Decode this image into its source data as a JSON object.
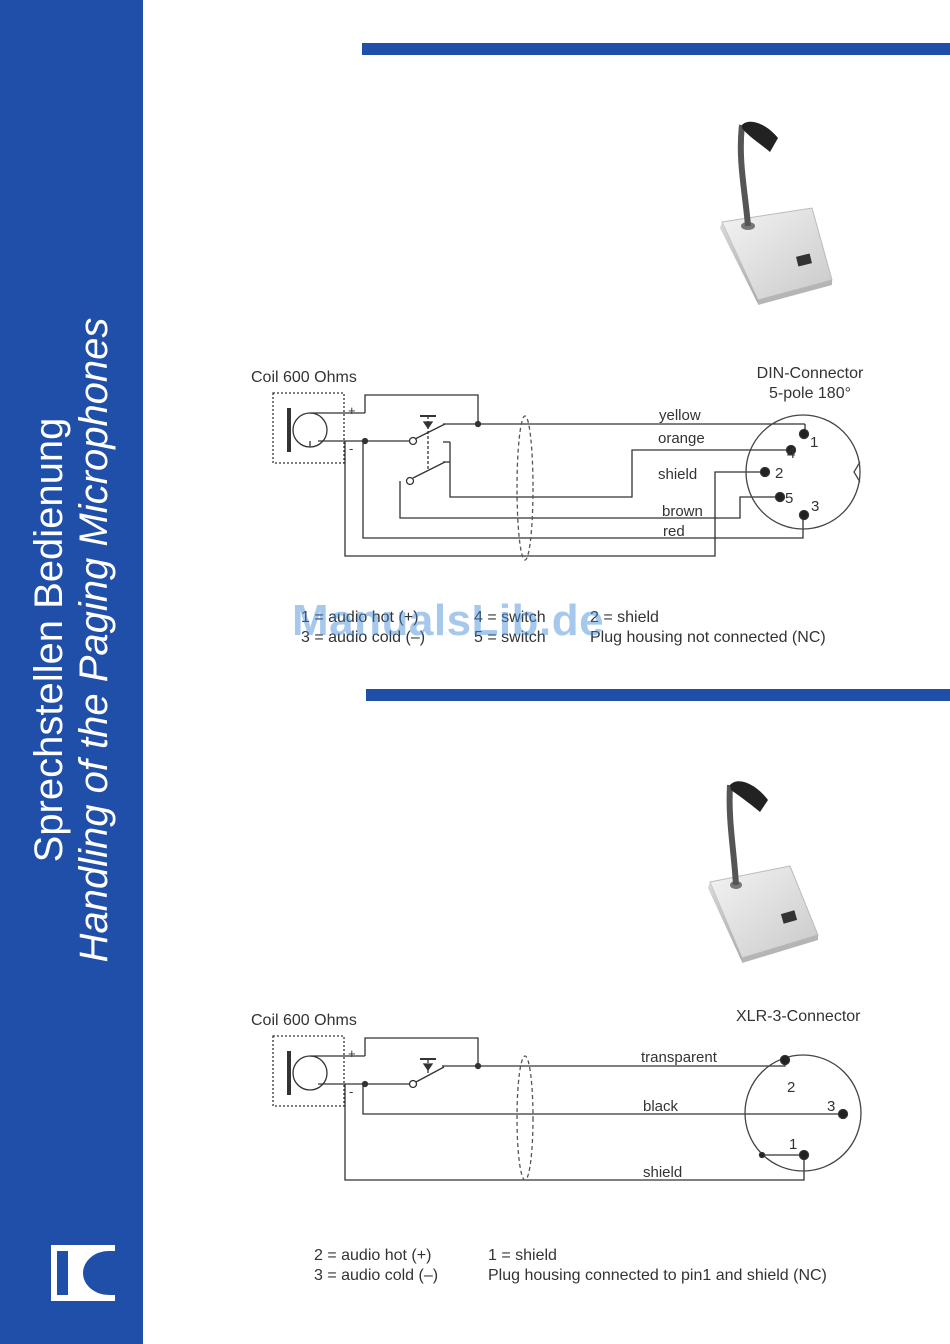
{
  "sidebar": {
    "title_de": "Sprechstellen Bedienung",
    "title_en": "Handling of the Paging Microphones"
  },
  "colors": {
    "brand_blue": "#1f4fa8",
    "watermark_blue": "#3a84d6"
  },
  "diagram1": {
    "coil_label": "Coil 600 Ohms",
    "plus": "+",
    "minus": "-",
    "connector_title": "DIN-Connector",
    "connector_subtitle": "5-pole 180°",
    "wires": {
      "yellow": "yellow",
      "orange": "orange",
      "shield": "shield",
      "brown": "brown",
      "red": "red"
    },
    "pins": {
      "p1": "1",
      "p2": "2",
      "p3": "3",
      "p4": "4",
      "p5": "5"
    },
    "legend": {
      "col1_line1": "1 = audio hot (+)",
      "col1_line2": "3 = audio cold (–)",
      "col2_line1": "4 = switch",
      "col2_line2": "5 = switch",
      "col3_line1": "2 = shield",
      "col3_line2": "Plug housing not connected (NC)"
    }
  },
  "diagram2": {
    "coil_label": "Coil 600 Ohms",
    "plus": "+",
    "minus": "-",
    "connector_title": "XLR-3-Connector",
    "wires": {
      "transparent": "transparent",
      "black": "black",
      "shield": "shield"
    },
    "pins": {
      "p1": "1",
      "p2": "2",
      "p3": "3"
    },
    "legend": {
      "col1_line1": "2 = audio hot (+)",
      "col1_line2": "3 = audio cold (–)",
      "col2_line1": "1 = shield",
      "col2_line2": "Plug housing connected to pin1 and shield (NC)"
    }
  },
  "watermark": "ManualsLib.de"
}
